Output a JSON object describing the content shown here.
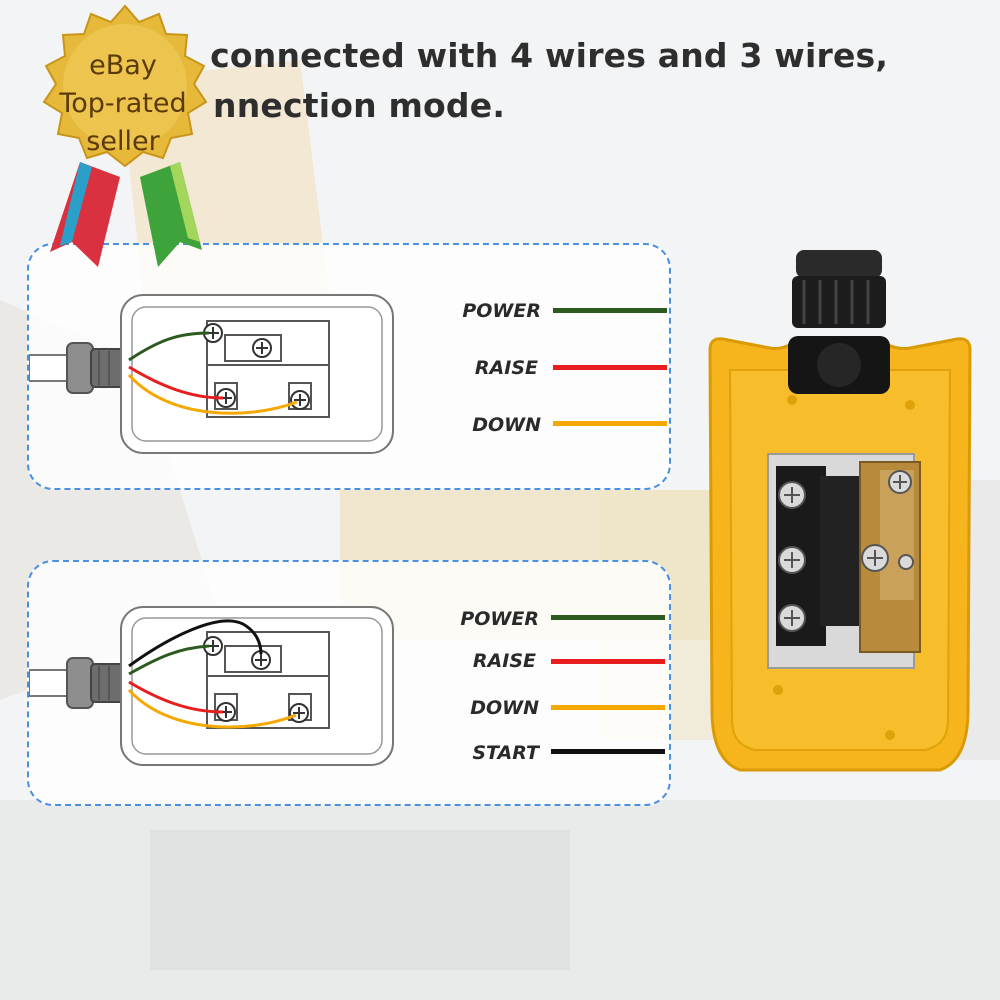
{
  "headline": {
    "line1": "connected with 4 wires and 3 wires,",
    "line2": "nnection mode."
  },
  "badge": {
    "line1": "eBay",
    "line2": "Top-rated",
    "line3": "seller"
  },
  "panel_a": {
    "legend": [
      {
        "label": "POWER",
        "color": "#2d5a1e"
      },
      {
        "label": "RAISE",
        "color": "#e81d1d"
      },
      {
        "label": "DOWN",
        "color": "#f5a800"
      }
    ]
  },
  "panel_b": {
    "legend": [
      {
        "label": "POWER",
        "color": "#2d5a1e"
      },
      {
        "label": "RAISE",
        "color": "#e81d1d"
      },
      {
        "label": "DOWN",
        "color": "#f5a800"
      },
      {
        "label": "START",
        "color": "#111111"
      }
    ]
  },
  "colors": {
    "panel_border": "#4a90e2",
    "housing": "#f6b51c",
    "power_wire": "#2d5a1e",
    "raise_wire": "#e81d1d",
    "down_wire": "#f5a800",
    "start_wire": "#111111"
  }
}
